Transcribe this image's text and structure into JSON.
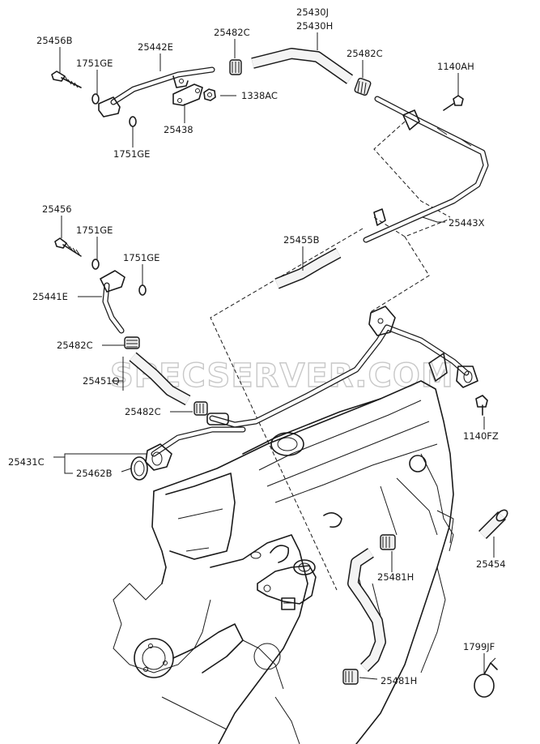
{
  "watermark": "SPECSERVER.COM",
  "labels": {
    "p25456B": "25456B",
    "p1751GE_a": "1751GE",
    "p25442E": "25442E",
    "p25482C_a": "25482C",
    "p25430J": "25430J",
    "p25430H": "25430H",
    "p25482C_b": "25482C",
    "p1140AH": "1140AH",
    "p1338AC": "1338AC",
    "p25438": "25438",
    "p1751GE_b": "1751GE",
    "p25456": "25456",
    "p1751GE_c": "1751GE",
    "p25443X": "25443X",
    "p1751GE_d": "1751GE",
    "p25455B": "25455B",
    "p25441E": "25441E",
    "p25482C_c": "25482C",
    "p25451Q": "25451Q",
    "p25482C_d": "25482C",
    "p1140FZ": "1140FZ",
    "p25431C": "25431C",
    "p25462B": "25462B",
    "p25454": "25454",
    "p25481H_a": "25481H",
    "p1799JF": "1799JF",
    "p25481H_b": "25481H"
  }
}
